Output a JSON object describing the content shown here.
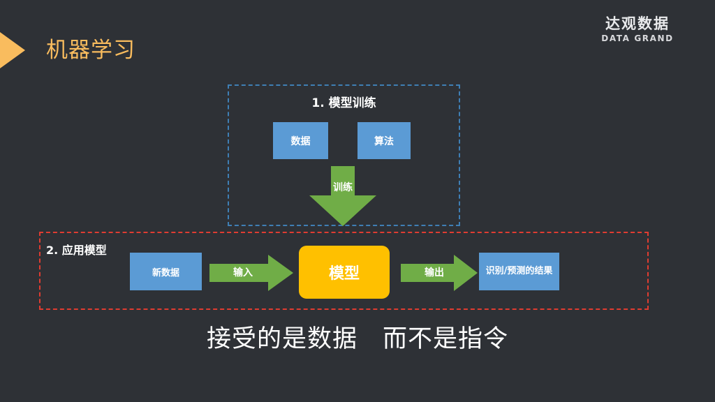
{
  "slide": {
    "background_color": "#2e3136",
    "title": "机器学习",
    "title_color": "#f9bc5e",
    "caption": "接受的是数据　而不是指令"
  },
  "logo": {
    "cn": "达观数据",
    "en": "DATA GRAND"
  },
  "sections": {
    "training": {
      "heading": "1. 模型训练",
      "border_color": "#3f7fb5",
      "nodes": [
        {
          "label": "数据",
          "color": "#5b9bd5"
        },
        {
          "label": "算法",
          "color": "#5b9bd5"
        }
      ],
      "arrow": {
        "label": "训练",
        "direction": "down",
        "color": "#70ad47"
      }
    },
    "application": {
      "heading": "2. 应用模型",
      "border_color": "#e03c31",
      "nodes": [
        {
          "label": "新数据",
          "color": "#5b9bd5"
        },
        {
          "label": "模型",
          "color": "#ffc000"
        },
        {
          "label": "识别/预测的结果",
          "color": "#5b9bd5"
        }
      ],
      "arrows": [
        {
          "label": "输入",
          "direction": "right",
          "color": "#70ad47"
        },
        {
          "label": "输出",
          "direction": "right",
          "color": "#70ad47"
        }
      ]
    }
  }
}
